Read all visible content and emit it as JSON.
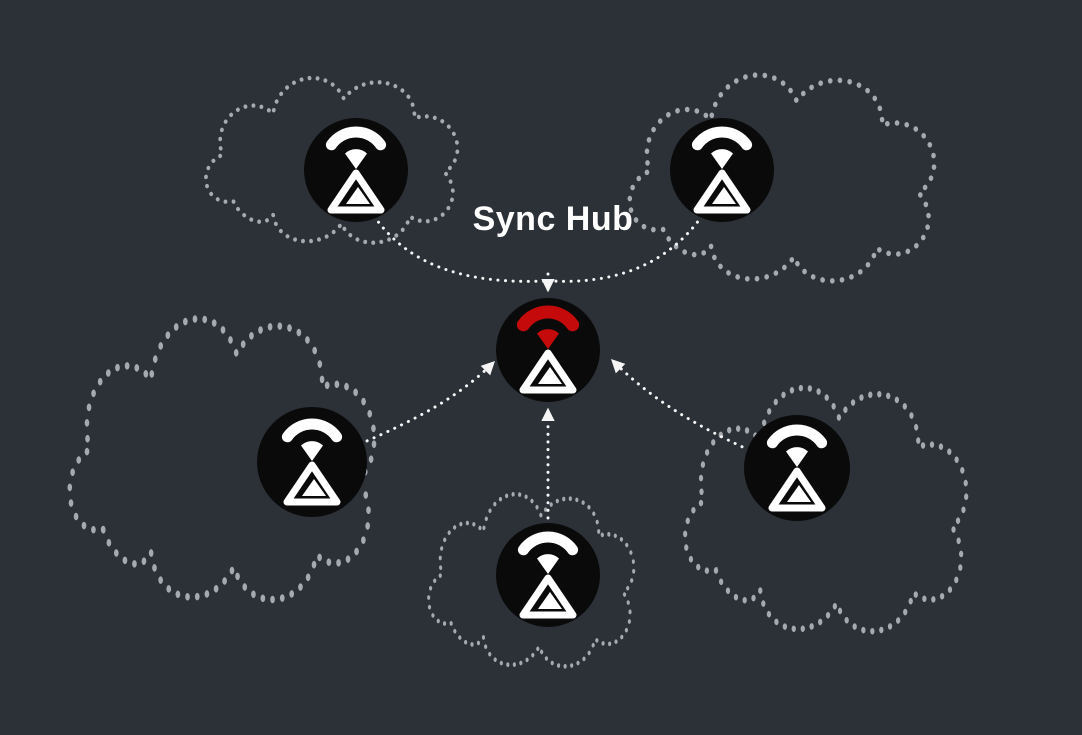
{
  "diagram": {
    "title": "Sync Hub",
    "colors": {
      "background": "#2b3137",
      "cloud": "#a6a9ad",
      "arrow": "#f5f5f5",
      "node_fill": "#0a0a0b",
      "icon": "#ffffff",
      "hub_accent": "#c40a0a",
      "title_color": "#ffffff"
    },
    "nodes": [
      {
        "id": "sync-hub",
        "icon": "wifi-sync-device-icon",
        "accent": "red"
      },
      {
        "id": "peer-top-left",
        "icon": "wifi-sync-device-icon",
        "accent": "white"
      },
      {
        "id": "peer-top-right",
        "icon": "wifi-sync-device-icon",
        "accent": "white"
      },
      {
        "id": "peer-mid-left",
        "icon": "wifi-sync-device-icon",
        "accent": "white"
      },
      {
        "id": "peer-mid-right",
        "icon": "wifi-sync-device-icon",
        "accent": "white"
      },
      {
        "id": "peer-bottom",
        "icon": "wifi-sync-device-icon",
        "accent": "white"
      }
    ],
    "connections": [
      {
        "from": "peer-top-left",
        "to": "sync-hub"
      },
      {
        "from": "peer-top-right",
        "to": "sync-hub"
      },
      {
        "from": "peer-mid-left",
        "to": "sync-hub"
      },
      {
        "from": "peer-mid-right",
        "to": "sync-hub"
      },
      {
        "from": "peer-bottom",
        "to": "sync-hub"
      }
    ]
  }
}
